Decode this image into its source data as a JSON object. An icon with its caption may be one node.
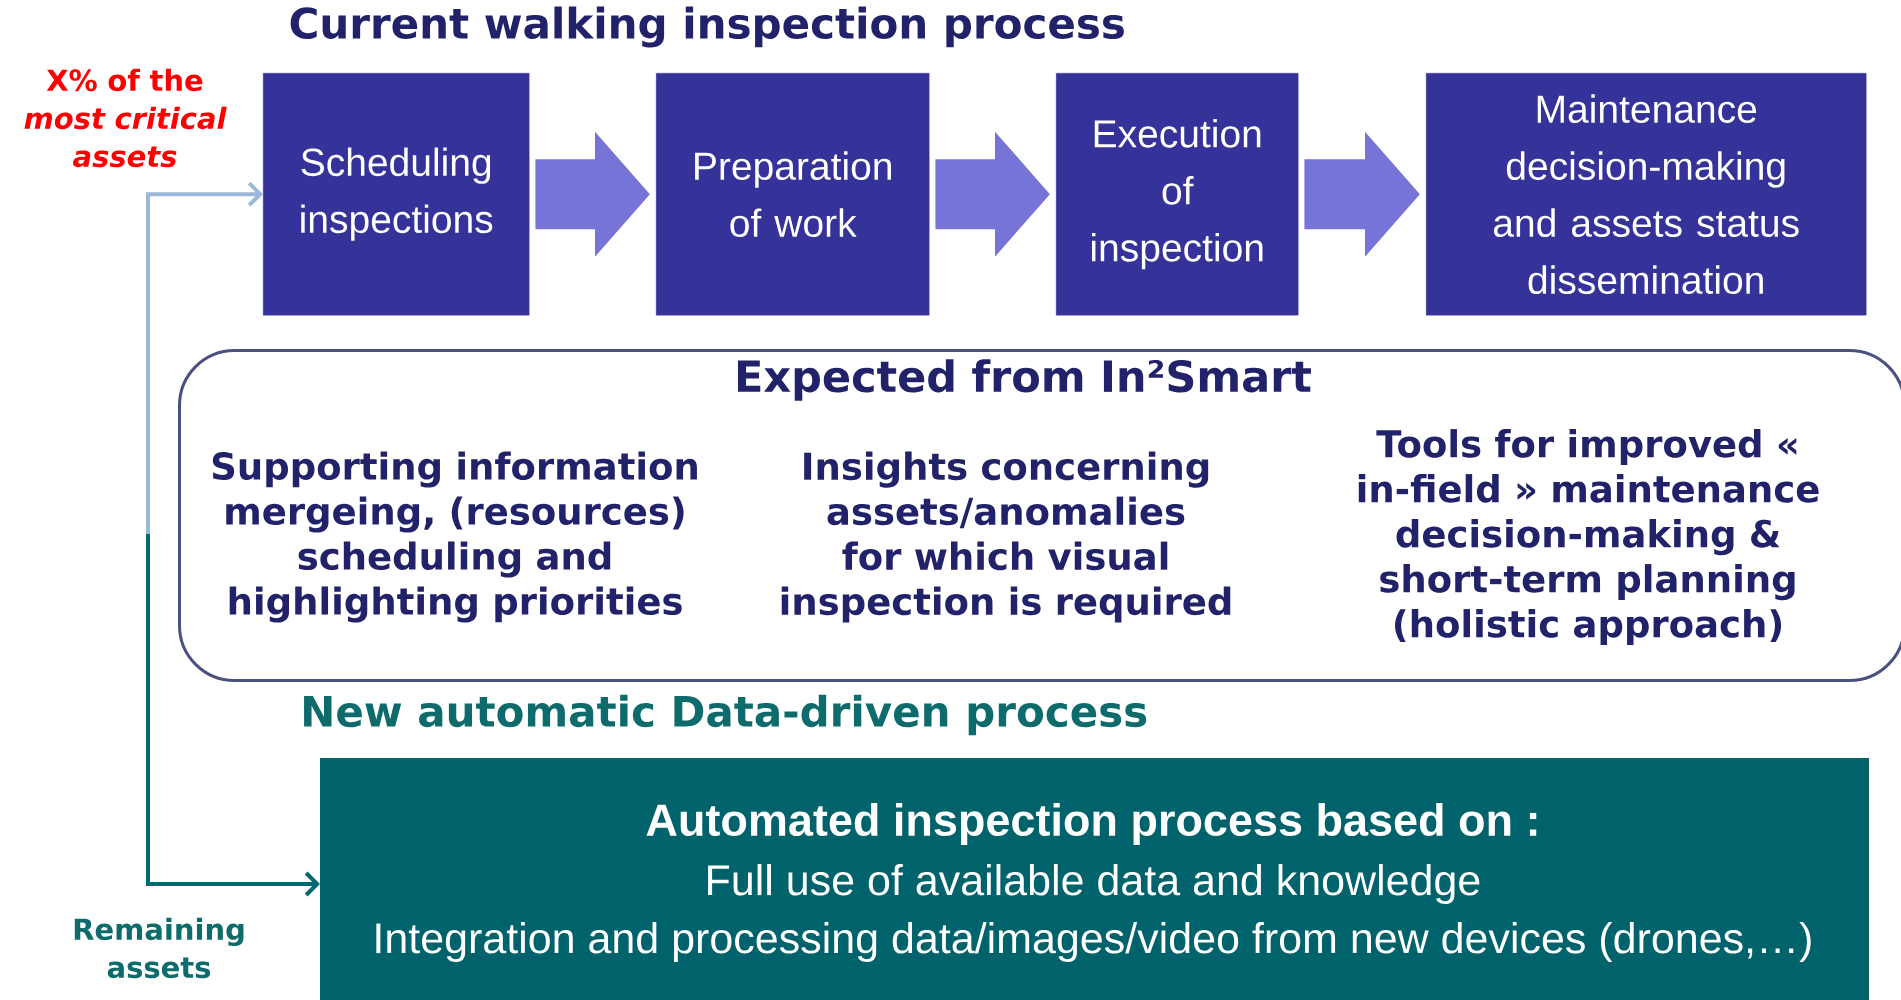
{
  "diagram": {
    "title": "Current walking inspection process",
    "nodes": [
      {
        "text": [
          "Scheduling inspections"
        ]
      },
      {
        "text": [
          "Preparation of work"
        ]
      },
      {
        "text": [
          "Execution of inspection"
        ]
      },
      {
        "text": [
          "Maintenance decision-making and assets status dissemination"
        ]
      },
      {
        "text": [
          "Expected from In²Smart",
          "Supporting information mergeing, (resources) scheduling and highlighting priorities",
          "Insights concerning assets/anomalies for which visual inspection is required",
          "Tools for improved « in-field » maintenance decision-making & short-term planning (holistic approach)"
        ]
      },
      {
        "text": [
          "New automatic Data-driven process",
          "Automated inspection process based on :",
          "Full use of available data and knowledge",
          "Integration and processing data/images/video from new devices (drones,…)"
        ]
      }
    ],
    "edges": [
      {
        "from": 0,
        "to": 1,
        "arrow": "to"
      },
      {
        "from": 1,
        "to": 2,
        "arrow": "to"
      },
      {
        "from": 2,
        "to": 3,
        "arrow": "to"
      },
      {
        "from": null,
        "to": 0,
        "arrow": "to",
        "color": "#9ab8d8"
      },
      {
        "from": null,
        "to": 5,
        "arrow": "to",
        "color": "#006a70"
      }
    ],
    "labels": [
      "X% of the *most critical assets*",
      "Remaining assets"
    ]
  }
}
